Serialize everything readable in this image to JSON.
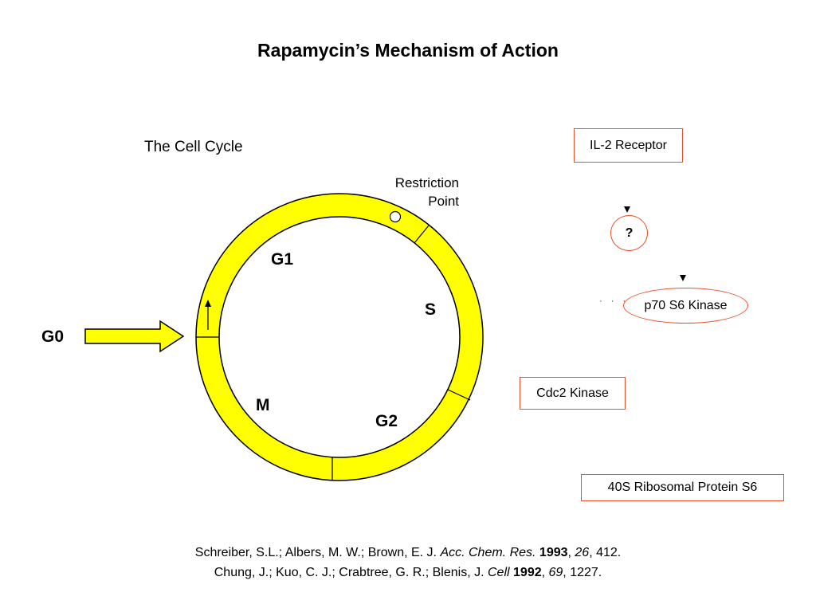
{
  "title": "Rapamycin’s Mechanism of Action",
  "cell_cycle": {
    "heading": "The Cell Cycle",
    "restriction_point": [
      "Restriction",
      "Point"
    ],
    "phases": {
      "g0": "G0",
      "g1": "G1",
      "s": "S",
      "g2": "G2",
      "m": "M"
    },
    "colors": {
      "ring": "#ffff00",
      "outline": "#000000"
    }
  },
  "pathway": {
    "il2_receptor": "IL-2 Receptor",
    "unknown": "?",
    "p70": "p70 S6 Kinase",
    "cdc2": "Cdc2 Kinase",
    "ribosomal": "40S Ribosomal Protein S6",
    "box_color": "#e8502a"
  },
  "references": [
    {
      "authors": "Schreiber, S.L.; Albers, M. W.; Brown, E. J. ",
      "journal": "Acc. Chem. Res.",
      "year": "1993",
      "volume": "26",
      "page": "412."
    },
    {
      "authors": "Chung, J.; Kuo, C. J.; Crabtree, G. R.; Blenis, J. ",
      "journal": "Cell",
      "year": "1992",
      "volume": "69",
      "page": "1227."
    }
  ]
}
